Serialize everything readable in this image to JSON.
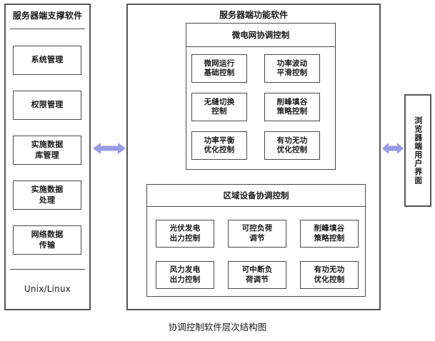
{
  "diagram": {
    "caption": "协调控制软件层次结构图",
    "accent_arrow_color": "#9a9ae8",
    "border_color": "#4a4a4a",
    "background_color": "#ffffff"
  },
  "left_panel": {
    "title": "服务器端支撑软件",
    "os_label": "Unix/Linux",
    "items": [
      {
        "label": "系统管理"
      },
      {
        "label": "权限管理"
      },
      {
        "label": "实施数据\n库管理"
      },
      {
        "label": "实施数据\n处理"
      },
      {
        "label": "网络数据\n传输"
      }
    ]
  },
  "connectors": [
    {
      "name": "left-connector",
      "type": "double-arrow",
      "color": "#9a9ae8"
    },
    {
      "name": "right-connector",
      "type": "double-arrow",
      "color": "#9a9ae8"
    }
  ],
  "main_panel": {
    "title": "服务器端功能软件",
    "microgrid_group": {
      "title": "微电网协调控制",
      "items": [
        {
          "label": "微网运行\n基础控制"
        },
        {
          "label": "功率波动\n平滑控制"
        },
        {
          "label": "无缝切换\n控制"
        },
        {
          "label": "削峰填谷\n策略控制"
        },
        {
          "label": "功率平衡\n优化控制"
        },
        {
          "label": "有功无功\n优化控制"
        }
      ]
    },
    "region_group": {
      "title": "区域设备协调控制",
      "items": [
        {
          "label": "光伏发电\n出力控制"
        },
        {
          "label": "可控负荷\n调节"
        },
        {
          "label": "削峰填谷\n策略控制"
        },
        {
          "label": "风力发电\n出力控制"
        },
        {
          "label": "可中断负\n荷调节"
        },
        {
          "label": "有功无功\n优化控制"
        }
      ]
    }
  },
  "right_panel": {
    "label": "浏览器端用户界面"
  }
}
